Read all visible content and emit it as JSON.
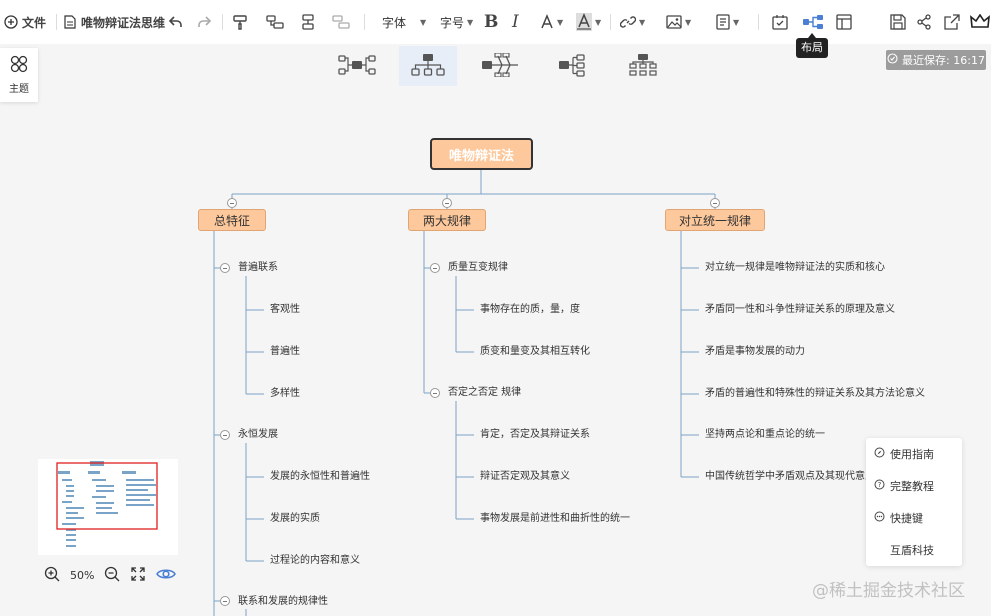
{
  "toolbar": {
    "file_label": "文件",
    "doc_title": "唯物辩证法思维",
    "font_label": "字体",
    "size_label": "字号",
    "tooltip": "布局"
  },
  "status": {
    "saved": "最近保存: 16:17"
  },
  "theme": {
    "label": "主题"
  },
  "mindmap": {
    "root": "唯物辩证法",
    "branches": [
      {
        "label": "总特征",
        "children": [
          {
            "label": "普遍联系",
            "children": [
              "客观性",
              "普遍性",
              "多样性"
            ]
          },
          {
            "label": "永恒发展",
            "children": [
              "发展的永恒性和普遍性",
              "发展的实质",
              "过程论的内容和意义"
            ]
          },
          {
            "label": "联系和发展的规律性",
            "children": []
          }
        ]
      },
      {
        "label": "两大规律",
        "children": [
          {
            "label": "质量互变规律",
            "children": [
              "事物存在的质，量，度",
              "质变和量变及其相互转化"
            ]
          },
          {
            "label": "否定之否定 规律",
            "children": [
              "肯定，否定及其辩证关系",
              "辩证否定观及其意义",
              "事物发展是前进性和曲折性的统一"
            ]
          }
        ]
      },
      {
        "label": "对立统一规律",
        "children": [
          "对立统一规律是唯物辩证法的实质和核心",
          "矛盾同一性和斗争性辩证关系的原理及意义",
          "矛盾是事物发展的动力",
          "矛盾的普遍性和特殊性的辩证关系及其方法论意义",
          "坚持两点论和重点论的统一",
          "中国传统哲学中矛盾观点及其现代意义"
        ]
      }
    ]
  },
  "help": {
    "items": [
      "使用指南",
      "完整教程",
      "快捷键",
      "互盾科技"
    ]
  },
  "zoom": {
    "value": "50%"
  },
  "watermark": "@稀土掘金技术社区",
  "colors": {
    "node_fill": "#fdc89b",
    "accent": "#4a7fd4",
    "line": "#7aa3c8"
  }
}
